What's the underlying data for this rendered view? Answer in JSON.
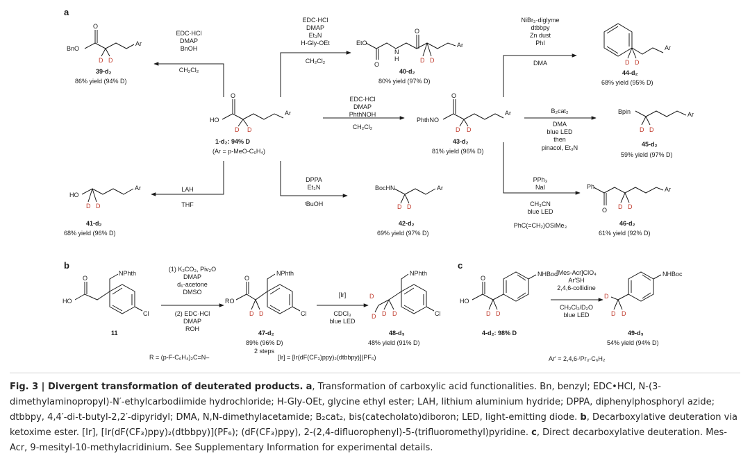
{
  "panels": {
    "a": "a",
    "b": "b",
    "c": "c"
  },
  "center": {
    "acid": "HO",
    "name": "1-d₂: 94% D",
    "ar_def": "(Ar = p-MeO-C₆H₄)"
  },
  "common": {
    "ar": "Ar",
    "d": "D",
    "oxy": "O"
  },
  "c39": {
    "name": "39-d₂",
    "yield": "86% yield (94% D)",
    "group": "BnO",
    "r1": "EDC·HCl",
    "r2": "DMAP",
    "r3": "BnOH",
    "r4": "CH₂Cl₂"
  },
  "c40": {
    "name": "40-d₂",
    "yield": "80% yield (97% D)",
    "group": "EtO",
    "nh": "N\nH",
    "r1": "EDC·HCl",
    "r2": "DMAP",
    "r3": "Et₃N",
    "r4": "H-Gly-OEt",
    "r5": "CH₂Cl₂"
  },
  "c44": {
    "name": "44-d₂",
    "yield": "68% yield (95% D)",
    "r1": "NiBr₂·diglyme",
    "r2": "dtbbpy",
    "r3": "Zn dust",
    "r4": "PhI",
    "r5": "DMA"
  },
  "c43": {
    "name": "43-d₂",
    "yield": "81% yield (96% D)",
    "group": "PhthNO",
    "r1": "EDC·HCl",
    "r2": "DMAP",
    "r3": "PhthNOH",
    "r4": "CH₂Cl₂"
  },
  "c45": {
    "name": "45-d₂",
    "yield": "59% yield (97% D)",
    "group": "Bpin",
    "r1": "B₂cat₂",
    "r2": "DMA",
    "r3": "blue LED",
    "r4": "then",
    "r5": "pinacol, Et₃N"
  },
  "c41": {
    "name": "41-d₂",
    "yield": "68% yield (96% D)",
    "group": "HO",
    "r1": "LAH",
    "r2": "THF"
  },
  "c42": {
    "name": "42-d₂",
    "yield": "69% yield (97% D)",
    "group": "BocHN",
    "r1": "DPPA",
    "r2": "Et₃N",
    "r3": "ᵗBuOH"
  },
  "c46": {
    "name": "46-d₂",
    "yield": "61% yield (92% D)",
    "group": "Ph",
    "r1": "PPh₃",
    "r2": "NaI",
    "r3": "CH₃CN",
    "r4": "blue LED",
    "r5": "PhC(=CH₂)OSiMe₃"
  },
  "b": {
    "c11": "11",
    "nphth": "NPhth",
    "ho": "HO",
    "ro": "RO",
    "cl": "Cl",
    "r1": "(1) K₂CO₃, Piv₂O",
    "r2": "DMAP",
    "r3": "d₆-acetone",
    "r4": "DMSO",
    "r5": "(2) EDC·HCl",
    "r6": "DMAP",
    "r7": "ROH",
    "c47": "47-d₂",
    "c47y": "89% (96% D)",
    "c47s": "2 steps",
    "ir": "[Ir]",
    "s1": "CDCl₃",
    "s2": "blue LED",
    "c48": "48-d₃",
    "c48y": "48% yield (91% D)",
    "rdef": "R = (p-F-C₆H₄)₂C=N–",
    "irdef": "[Ir] = [Ir(dF(CF₃)ppy)₂(dtbbpy)](PF₆)"
  },
  "c": {
    "nhboc": "NHBoc",
    "ho": "HO",
    "c4": "4-d₂: 98% D",
    "r1": "[Mes-Acr]ClO₄",
    "r2": "Ar′SH",
    "r3": "2,4,6-collidine",
    "r4": "CH₂Cl₂/D₂O",
    "r5": "blue LED",
    "c49": "49-d₃",
    "c49y": "54% yield (94% D)",
    "ardef": "Ar′ = 2,4,6-ⁱPr₃-C₆H₂"
  },
  "caption": {
    "bold": "Fig. 3 | Divergent transformation of deuterated products.",
    "a_letter": "a",
    "a_text": ", Transformation of carboxylic acid functionalities. Bn, benzyl; EDC•HCl, N-(3-dimethylaminopropyl)-N′-ethylcarbodiimide hydrochloride; H-Gly-OEt, glycine ethyl ester; LAH, lithium aluminium hydride; DPPA, diphenylphosphoryl azide; dtbbpy, 4,4′-di-t-butyl-2,2′-dipyridyl; DMA, N,N-dimethylacetamide; B₂cat₂, bis(catecholato)diboron; LED, light-emitting diode.",
    "b_letter": "b",
    "b_text": ", Decarboxylative deuteration via ketoxime ester. [Ir], [Ir(dF(CF₃)ppy)₂(dtbbpy)](PF₆); (dF(CF₃)ppy), 2-(2,4-difluorophenyl)-5-(trifluoromethyl)pyridine.",
    "c_letter": "c",
    "c_text": ", Direct decarboxylative deuteration. Mes-Acr, 9-mesityl-10-methylacridinium. See Supplementary Information for experimental details."
  }
}
